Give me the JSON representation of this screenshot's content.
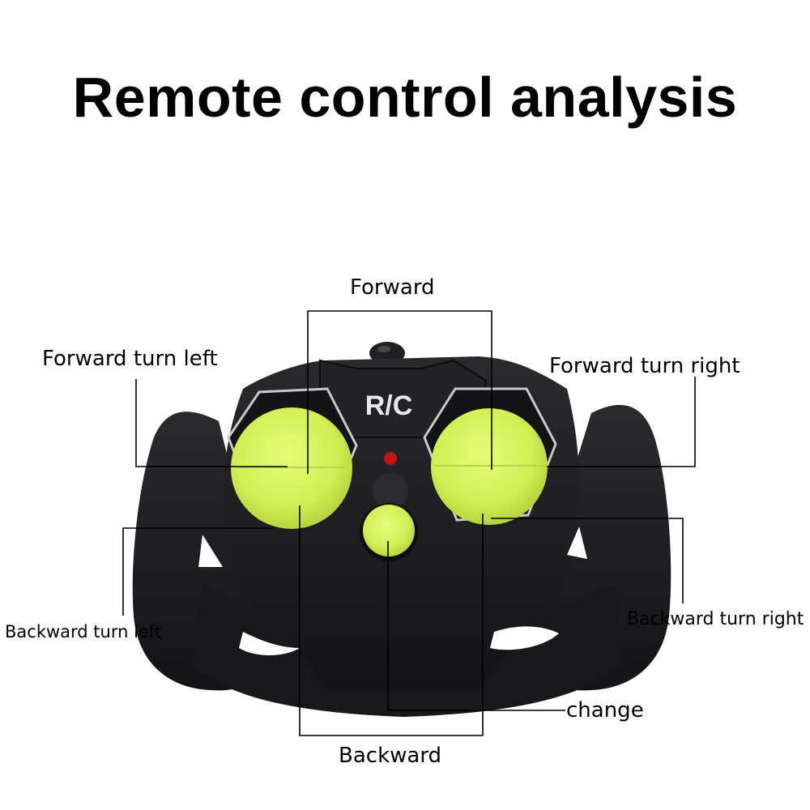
{
  "title": "Remote control analysis",
  "device": {
    "brand_text": "R/C",
    "body_color": "#1c1c1e",
    "button_color": "#d6f25a",
    "led_color": "#c4141a",
    "bezel_color": "#c9c9c9"
  },
  "labels": {
    "forward": "Forward",
    "forward_turn_left": "Forward turn left",
    "forward_turn_right": "Forward turn right",
    "backward_turn_left": "Backward turn left",
    "backward_turn_right": "Backward turn right",
    "change": "change",
    "backward": "Backward"
  }
}
